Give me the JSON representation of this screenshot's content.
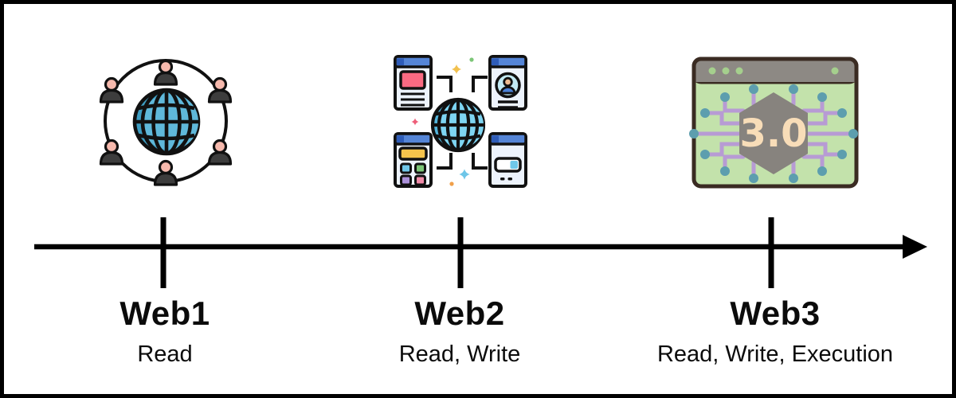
{
  "timeline": {
    "direction": "left-to-right",
    "items": [
      {
        "label": "Web1",
        "sublabel": "Read",
        "icon": "networked-users-globe"
      },
      {
        "label": "Web2",
        "sublabel": "Read, Write",
        "icon": "globe-with-connected-apps"
      },
      {
        "label": "Web3",
        "sublabel": "Read, Write, Execution",
        "icon": "browser-with-chip",
        "icon_text": "3.0"
      }
    ]
  },
  "colors": {
    "ink": "#000000",
    "globe_blue": "#5fb8da",
    "globe_blue_dark": "#3e9dc2",
    "web2_globe_blue": "#7ed5f2",
    "window_bar_blue": "#5585d6",
    "window_bar_blue_dark": "#2e5cb8",
    "window_body": "#edf3fc",
    "accent_red": "#fa6a82",
    "accent_yellow": "#f5c44c",
    "accent_green": "#7cc677",
    "accent_purple": "#aa90d9",
    "accent_pink": "#f18ba9",
    "skin_pink": "#f6b9ad",
    "person_gray": "#3d3d3d",
    "web3_body_green": "#c3e2ab",
    "web3_dot_green": "#a5cf8d",
    "web3_frame_brown": "#3a2b22",
    "web3_titlebar_gray": "#8d8984",
    "hexagon_gray": "#87837e",
    "circuit_purple": "#b79bd4",
    "circuit_teal": "#5d9eae",
    "cream_text": "#f8ddb8"
  }
}
